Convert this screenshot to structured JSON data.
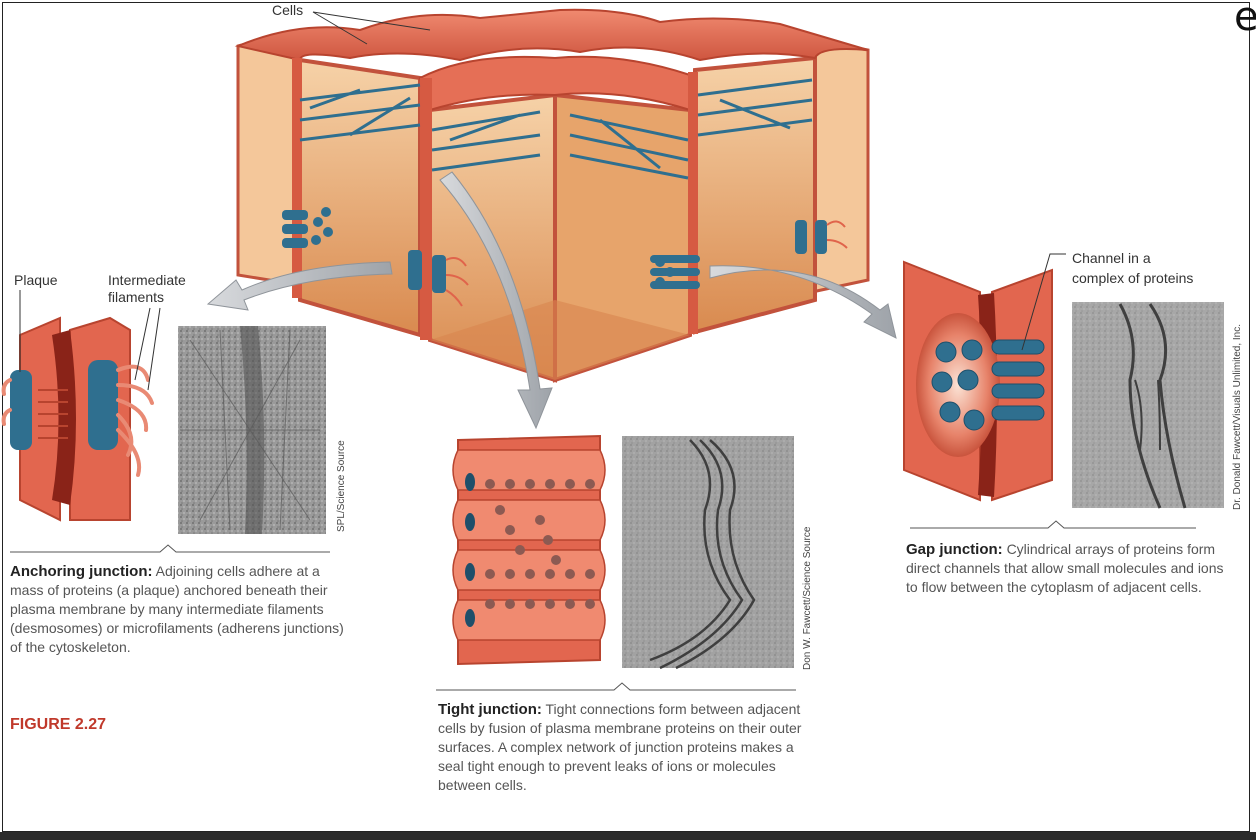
{
  "labels": {
    "cells": "Cells",
    "plaque": "Plaque",
    "intermediate_filaments": "Intermediate\nfilaments",
    "channel": "Channel in a\ncomplex of proteins"
  },
  "credits": {
    "spl": "SPL/Science Source",
    "fawcett_tight": "Don W. Fawcett/Science Source",
    "fawcett_gap": "Dr. Donald Fawcett/Visuals Unlimited, Inc."
  },
  "captions": {
    "anchoring_title": "Anchoring junction:",
    "anchoring_body": "Adjoining cells adhere at a mass of proteins (a plaque) anchored beneath their plasma membrane by many intermediate filaments (desmosomes) or microfilaments (adherens junctions) of the cytoskeleton.",
    "tight_title": "Tight junction:",
    "tight_body": "Tight connections form between adjacent cells by fusion of plasma membrane proteins on their outer surfaces. A complex network of junction proteins makes a seal tight enough to prevent leaks of ions or molecules between cells.",
    "gap_title": "Gap junction:",
    "gap_body": "Cylindrical arrays of proteins form direct channels that allow small molecules and ions to flow between the cytoplasm of adjacent cells."
  },
  "figure_label": "FIGURE 2.27",
  "corner_glyph": "e",
  "colors": {
    "membrane": "#e2664f",
    "membrane_dark": "#b8442f",
    "cytoplasm": "#f3c08f",
    "protein": "#2f6f8f",
    "arrow": "#a9adb3"
  }
}
